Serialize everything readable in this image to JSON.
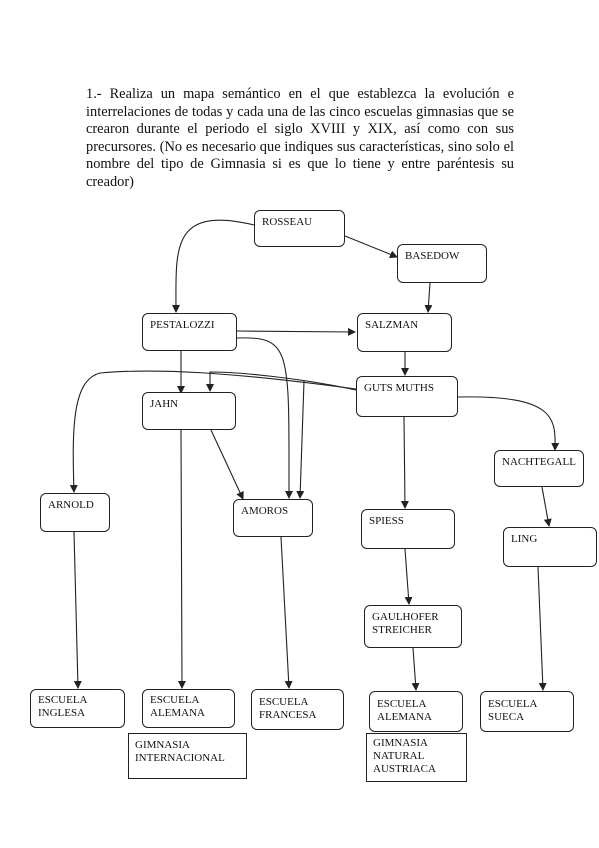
{
  "question": "1.- Realiza un mapa semántico en el que establezca la evolución e interrelaciones de todas y cada una de las cinco escuelas gimnasias que se crearon durante el periodo el siglo XVIII y XIX, así como con sus precursores. (No es necesario que indiques sus características, sino solo el nombre del tipo de Gimnasia si es que lo tiene y entre paréntesis su creador)",
  "nodes": {
    "rosseau": "ROSSEAU",
    "basedow": "BASEDOW",
    "pestalozzi": "PESTALOZZI",
    "salzman": "SALZMAN",
    "guts_muths": "GUTS MUTHS",
    "jahn": "JAHN",
    "nachtegall": "NACHTEGALL",
    "arnold": "ARNOLD",
    "amoros": "AMOROS",
    "spiess": "SPIESS",
    "ling": "LING",
    "gaulhofer_streicher": "GAULHOFER\nSTREICHER",
    "escuela_inglesa": "ESCUELA\nINGLESA",
    "escuela_alemana_1": "ESCUELA\nALEMANA",
    "escuela_francesa": "ESCUELA\nFRANCESA",
    "escuela_alemana_2": "ESCUELA\nALEMANA",
    "escuela_sueca": "ESCUELA\nSUECA",
    "gimnasia_internacional": "GIMNASIA\nINTERNACIONAL",
    "gimnasia_natural_austriaca": "GIMNASIA\nNATURAL\nAUSTRIACA"
  },
  "edges": [
    [
      "rosseau",
      "basedow"
    ],
    [
      "rosseau",
      "pestalozzi"
    ],
    [
      "basedow",
      "salzman"
    ],
    [
      "pestalozzi",
      "salzman"
    ],
    [
      "pestalozzi",
      "jahn"
    ],
    [
      "pestalozzi",
      "amoros"
    ],
    [
      "salzman",
      "guts_muths"
    ],
    [
      "guts_muths",
      "jahn"
    ],
    [
      "guts_muths",
      "arnold"
    ],
    [
      "guts_muths",
      "amoros"
    ],
    [
      "guts_muths",
      "spiess"
    ],
    [
      "guts_muths",
      "nachtegall"
    ],
    [
      "jahn",
      "amoros"
    ],
    [
      "jahn",
      "escuela_alemana_1"
    ],
    [
      "arnold",
      "escuela_inglesa"
    ],
    [
      "amoros",
      "escuela_francesa"
    ],
    [
      "spiess",
      "gaulhofer_streicher"
    ],
    [
      "gaulhofer_streicher",
      "escuela_alemana_2"
    ],
    [
      "nachtegall",
      "ling"
    ],
    [
      "ling",
      "escuela_sueca"
    ]
  ]
}
